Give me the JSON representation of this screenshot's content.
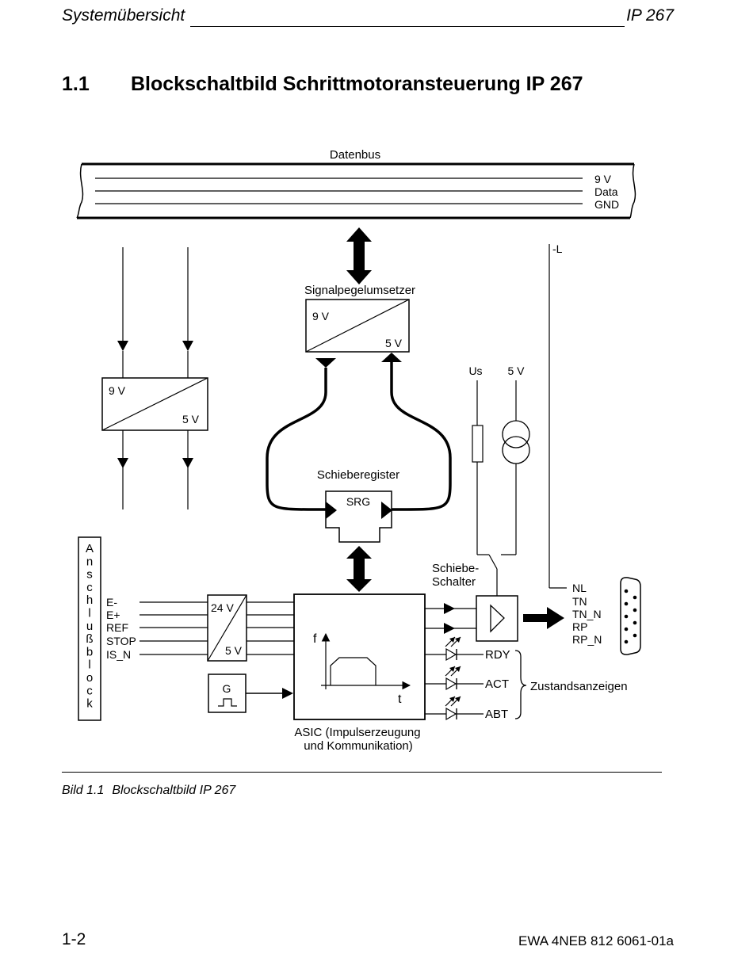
{
  "header": {
    "left": "Systemübersicht",
    "right": "IP 267"
  },
  "section": {
    "number": "1.1",
    "title": "Blockschaltbild Schrittmotoransteuerung IP 267"
  },
  "diagram": {
    "bus_title": "Datenbus",
    "bus_lines": [
      "9 V",
      "Data",
      "GND"
    ],
    "left_line_label": "-L",
    "level_converter": {
      "title": "Signalpegelumsetzer",
      "top": "9 V",
      "bottom": "5 V"
    },
    "left_converter": {
      "top": "9 V",
      "bottom": "5 V"
    },
    "shift_register": {
      "title": "Schieberegister",
      "label": "SRG"
    },
    "supply": {
      "us": "Us",
      "v5": "5 V"
    },
    "slide_switch": [
      "Schiebe-",
      "Schalter"
    ],
    "terminal_block": [
      "A",
      "n",
      "s",
      "c",
      "h",
      "l",
      "u",
      "ß",
      "b",
      "l",
      "o",
      "c",
      "k"
    ],
    "inputs": [
      "E-",
      "E+",
      "REF",
      "STOP",
      "IS_N"
    ],
    "input_converter": {
      "top": "24 V",
      "bottom": "5 V"
    },
    "generator": "G",
    "asic": {
      "f": "f",
      "t": "t",
      "caption": [
        "ASIC (Impulserzeugung",
        "und Kommunikation)"
      ]
    },
    "outputs": [
      "NL",
      "TN",
      "TN_N",
      "RP",
      "RP_N"
    ],
    "leds": [
      "RDY",
      "ACT",
      "ABT"
    ],
    "status_label": "Zustandsanzeigen"
  },
  "caption": {
    "label": "Bild 1.1",
    "text": "Blockschaltbild IP 267"
  },
  "footer": {
    "page": "1-2",
    "doc_id": "EWA 4NEB 812 6061-01a"
  }
}
